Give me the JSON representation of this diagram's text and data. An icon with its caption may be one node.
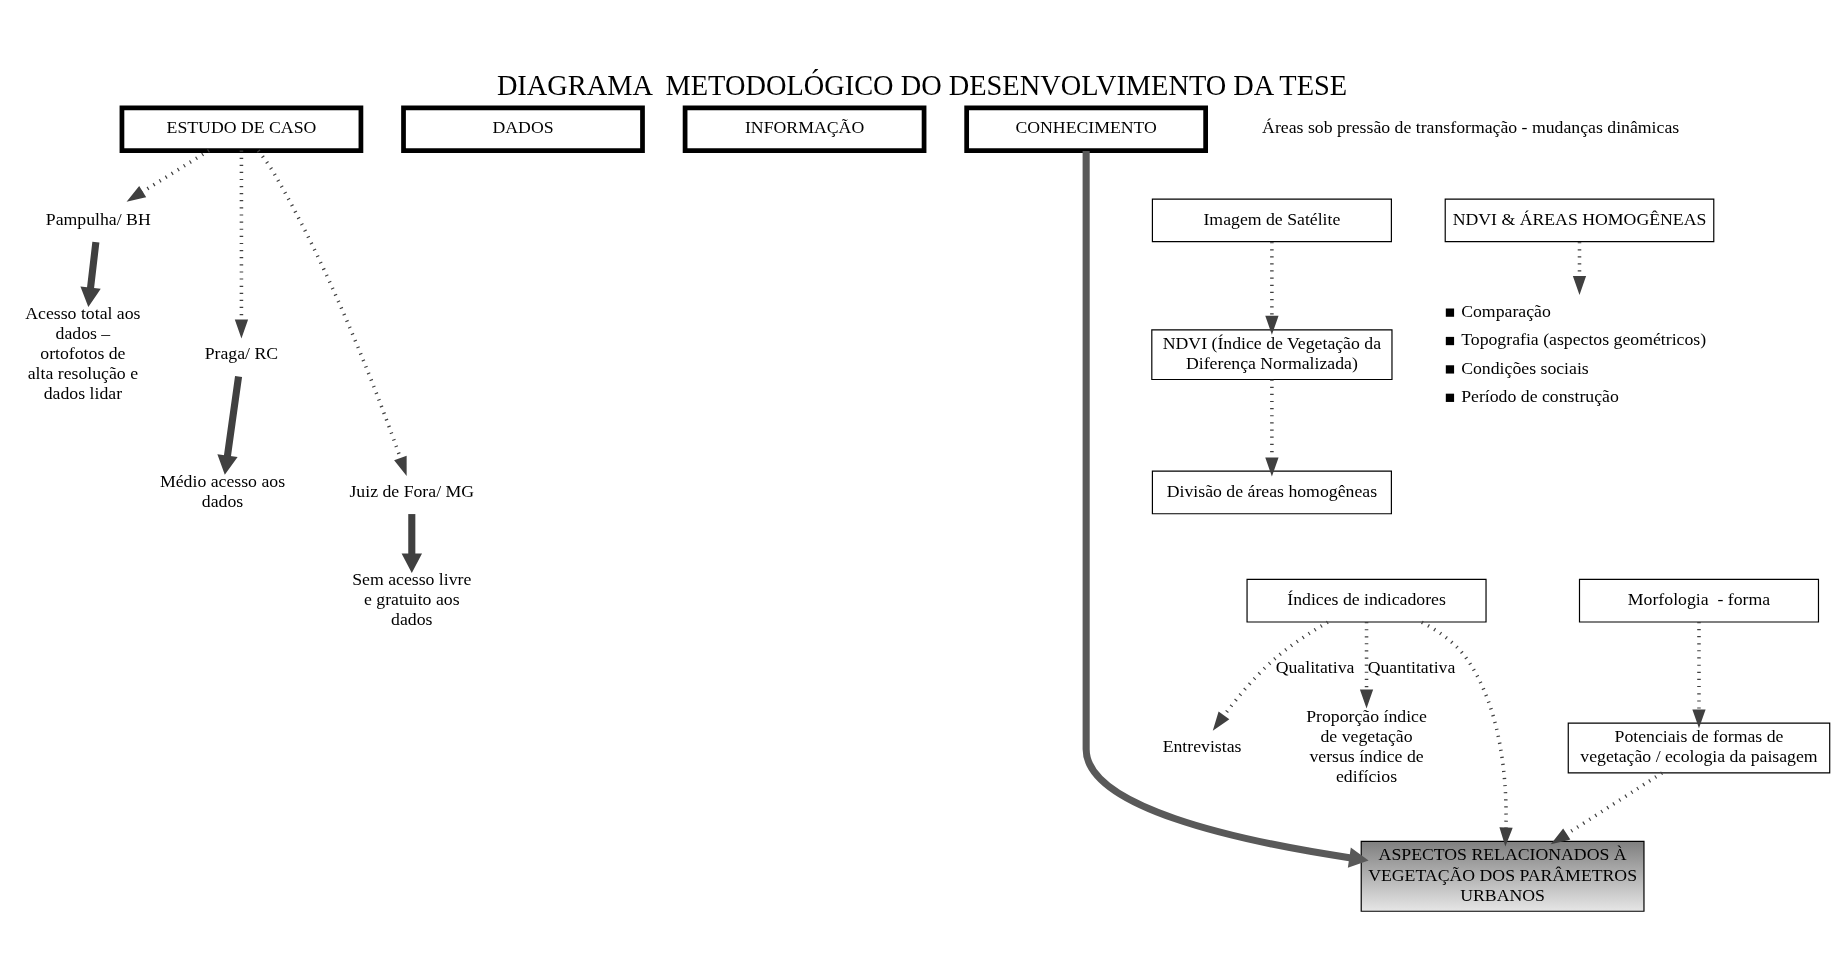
{
  "diagram": {
    "title": "DIAGRAMA  METODOLÓGICO DO DESENVOLVIMENTO DA TESE",
    "nodes": [
      {
        "text": [
          "ESTUDO DE CASO"
        ]
      },
      {
        "text": [
          "DADOS"
        ]
      },
      {
        "text": [
          "INFORMAÇÃO"
        ]
      },
      {
        "text": [
          "CONHECIMENTO"
        ]
      },
      {
        "text": [
          "Pampulha/ BH"
        ]
      },
      {
        "text": [
          "Acesso total aos dados – ortofotos de alta resolução e dados lidar"
        ]
      },
      {
        "text": [
          "Praga/ RC"
        ]
      },
      {
        "text": [
          "Médio acesso aos dados"
        ]
      },
      {
        "text": [
          "Juiz de Fora/ MG"
        ]
      },
      {
        "text": [
          "Sem acesso livre e gratuito aos dados"
        ]
      },
      {
        "text": [
          "Imagem de Satélite"
        ]
      },
      {
        "text": [
          "NDVI (Índice de Vegetação da Diferença Normalizada)"
        ]
      },
      {
        "text": [
          "Divisão de áreas homogêneas"
        ]
      },
      {
        "text": [
          "NDVI & ÁREAS HOMOGÊNEAS"
        ]
      },
      {
        "text": [
          "Comparação",
          "Topografia (aspectos geométricos)",
          "Condições sociais",
          "Período de construção"
        ]
      },
      {
        "text": [
          "Índices de indicadores"
        ]
      },
      {
        "text": [
          "Entrevistas"
        ]
      },
      {
        "text": [
          "Proporção índice de vegetação versus índice de edifícios"
        ]
      },
      {
        "text": [
          "Morfologia  - forma"
        ]
      },
      {
        "text": [
          "Potenciais de formas de vegetação / ecologia da paisagem"
        ]
      },
      {
        "text": [
          "ASPECTOS RELACIONADOS À VEGETAÇÃO DOS PARÂMETROS URBANOS"
        ]
      }
    ],
    "edges": [
      {
        "from": 0,
        "to": 4,
        "arrow": "to",
        "style": "dashed"
      },
      {
        "from": 4,
        "to": 5,
        "arrow": "to",
        "style": "thick"
      },
      {
        "from": 0,
        "to": 6,
        "arrow": "to",
        "style": "dashed"
      },
      {
        "from": 6,
        "to": 7,
        "arrow": "to",
        "style": "thick"
      },
      {
        "from": 0,
        "to": 8,
        "arrow": "to",
        "style": "dashed"
      },
      {
        "from": 8,
        "to": 9,
        "arrow": "to",
        "style": "thick"
      },
      {
        "from": 10,
        "to": 11,
        "arrow": "to",
        "style": "dashed"
      },
      {
        "from": 11,
        "to": 12,
        "arrow": "to",
        "style": "dashed"
      },
      {
        "from": 13,
        "to": 14,
        "arrow": "to",
        "style": "dashed"
      },
      {
        "from": 15,
        "to": 16,
        "arrow": "to",
        "style": "dashed",
        "label": "Qualitativa"
      },
      {
        "from": 15,
        "to": 17,
        "arrow": "to",
        "style": "dashed",
        "label": "Quantitativa"
      },
      {
        "from": 18,
        "to": 19,
        "arrow": "to",
        "style": "dashed"
      },
      {
        "from": 15,
        "to": 20,
        "arrow": "to",
        "style": "dashed"
      },
      {
        "from": 19,
        "to": 20,
        "arrow": "to",
        "style": "dashed"
      },
      {
        "from": 3,
        "to": 20,
        "arrow": "to",
        "style": "thick",
        "color": "#595959"
      }
    ],
    "labels": [
      "Áreas sob pressão de transformação - mudanças dinâmicas"
    ]
  }
}
